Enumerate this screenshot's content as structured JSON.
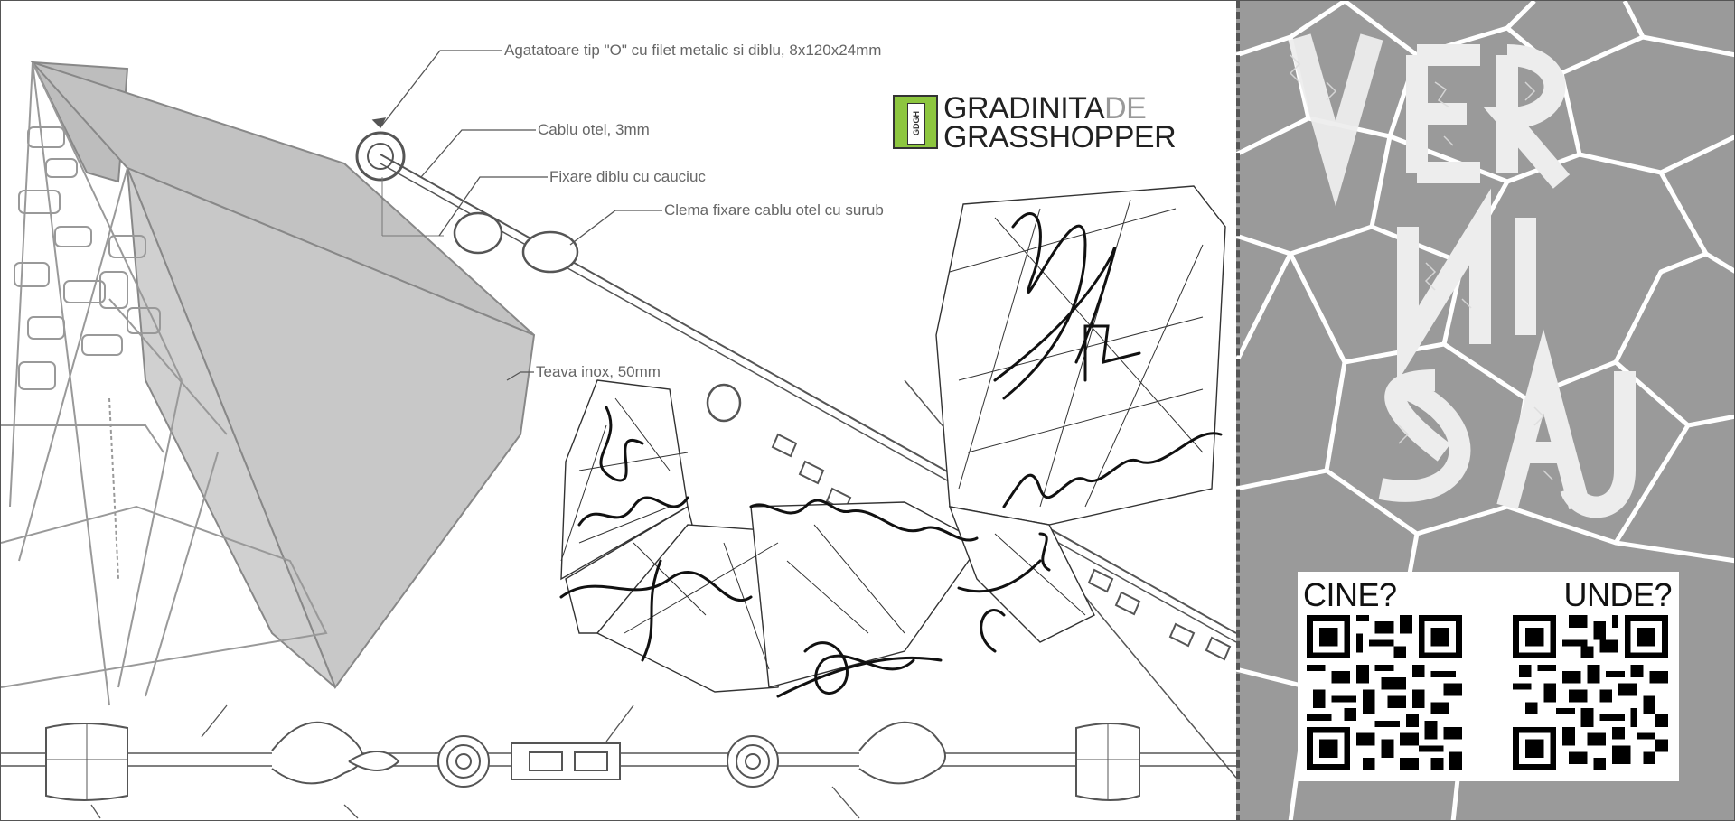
{
  "annotations": [
    {
      "id": "hanger",
      "text": "Agatatoare tip \"O\" cu filet metalic si diblu, 8x120x24mm"
    },
    {
      "id": "cable",
      "text": "Cablu otel, 3mm"
    },
    {
      "id": "dowel",
      "text": "Fixare diblu cu cauciuc"
    },
    {
      "id": "clamp",
      "text": "Clema fixare cablu otel cu surub"
    },
    {
      "id": "pipe",
      "text": "Teava inox, 50mm"
    }
  ],
  "logo": {
    "line1_a": "GRADINITA",
    "line1_b": "DE",
    "line2": "GRASSHOPPER",
    "mark": "GDGH",
    "mark_color": "#8dc63f"
  },
  "poster": {
    "title_art": "VERNISAJ",
    "background": "#9a9a9a"
  },
  "qr": {
    "who_label": "CINE?",
    "where_label": "UNDE?"
  },
  "signatures_art": [
    "Oana Popovici",
    "Andra Corcan",
    "Ligia"
  ]
}
